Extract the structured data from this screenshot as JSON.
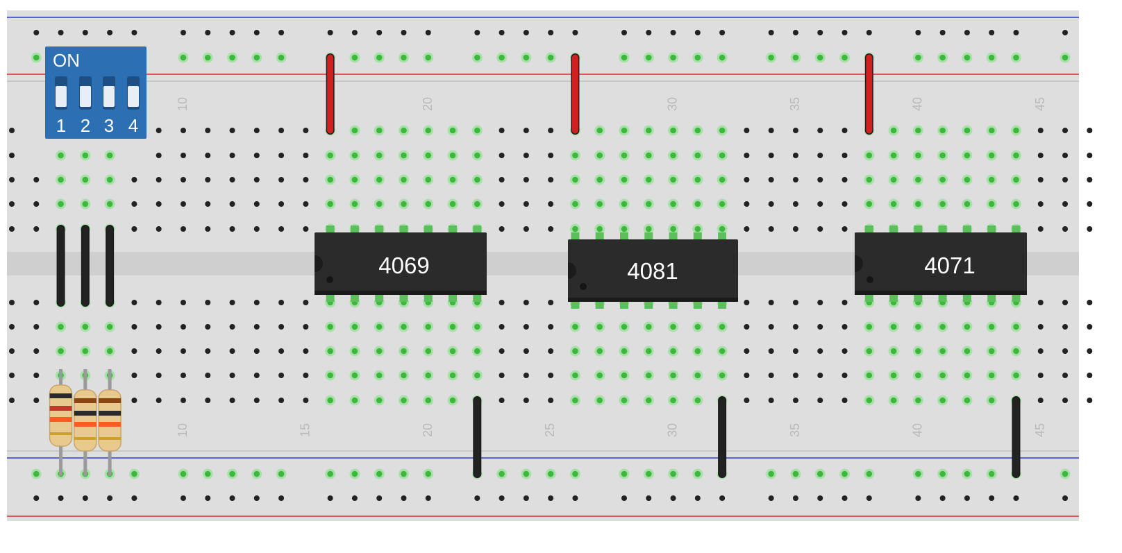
{
  "breadboard": {
    "column_numbers_top": [
      "10",
      "20",
      "30",
      "35",
      "40",
      "45"
    ],
    "column_numbers_bottom": [
      "10",
      "15",
      "20",
      "25",
      "30",
      "35",
      "40",
      "45"
    ]
  },
  "dip_switch": {
    "on_label": "ON",
    "switch_labels": [
      "1",
      "2",
      "3",
      "4"
    ],
    "color": "#2c6fb3"
  },
  "chips": [
    {
      "label": "4069"
    },
    {
      "label": "4081"
    },
    {
      "label": "4071"
    }
  ],
  "resistors": [
    {
      "bands": [
        "#2a2a2a",
        "#c0392b",
        "#ff5a1f",
        "#c9a227"
      ]
    },
    {
      "bands": [
        "#8b4513",
        "#2a2a2a",
        "#ff5a1f",
        "#c9a227"
      ]
    },
    {
      "bands": [
        "#8b4513",
        "#2a2a2a",
        "#ff5a1f",
        "#c9a227"
      ]
    }
  ],
  "colors": {
    "board": "#dedede",
    "rail_blue": "#2a3bd6",
    "rail_red": "#d62a2a",
    "hole_dark": "#222222",
    "hole_connected": "#3db83d",
    "wire_power": "#d22020",
    "wire_ground": "#222222"
  }
}
